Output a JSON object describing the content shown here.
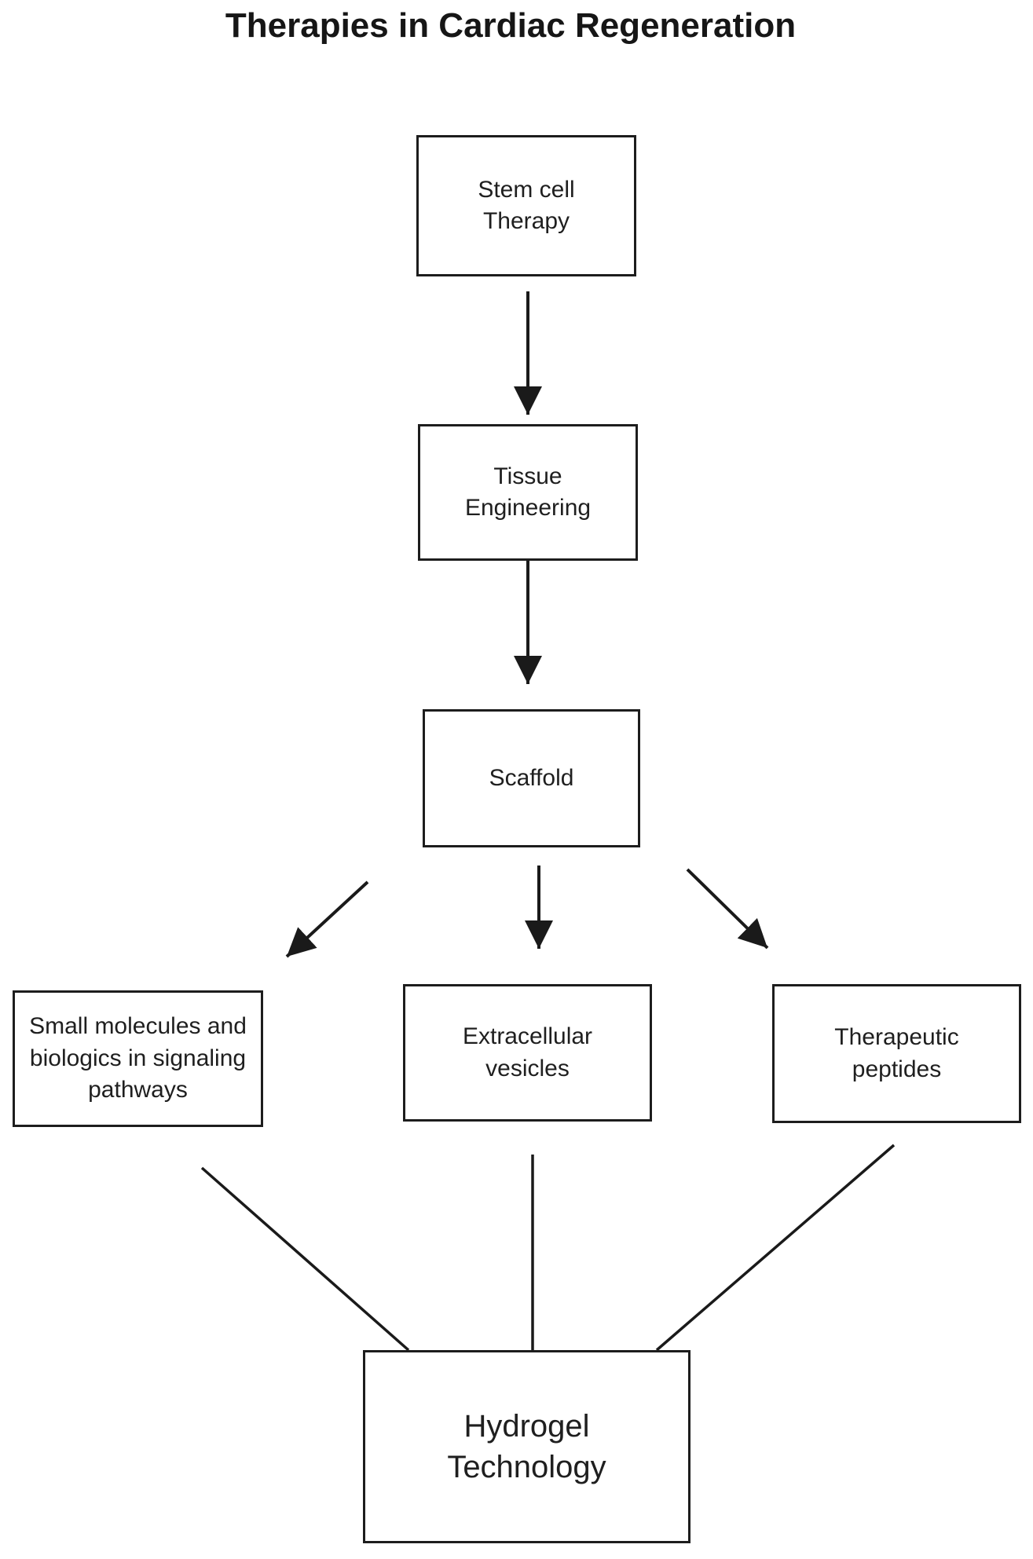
{
  "diagram": {
    "title": "Therapies in Cardiac Regeneration",
    "colors": {
      "background": "#ffffff",
      "stroke": "#1d1d1d",
      "text": "#1f1f1f"
    },
    "nodes": [
      {
        "id": "stem-cell-therapy",
        "label": "Stem cell\nTherapy"
      },
      {
        "id": "tissue-engineering",
        "label": "Tissue\nEngineering"
      },
      {
        "id": "scaffold",
        "label": "Scaffold"
      },
      {
        "id": "small-molecules",
        "label": "Small molecules and\nbiologics in signaling\npathways"
      },
      {
        "id": "extracellular-vesicles",
        "label": "Extracellular\nvesicles"
      },
      {
        "id": "therapeutic-peptides",
        "label": "Therapeutic\npeptides"
      },
      {
        "id": "hydrogel-technology",
        "label": "Hydrogel\nTechnology"
      }
    ],
    "edges": [
      {
        "from": "stem-cell-therapy",
        "to": "tissue-engineering",
        "type": "arrow"
      },
      {
        "from": "tissue-engineering",
        "to": "scaffold",
        "type": "arrow"
      },
      {
        "from": "scaffold",
        "to": "small-molecules",
        "type": "arrow"
      },
      {
        "from": "scaffold",
        "to": "extracellular-vesicles",
        "type": "arrow"
      },
      {
        "from": "scaffold",
        "to": "therapeutic-peptides",
        "type": "arrow"
      },
      {
        "from": "small-molecules",
        "to": "hydrogel-technology",
        "type": "line"
      },
      {
        "from": "extracellular-vesicles",
        "to": "hydrogel-technology",
        "type": "line"
      },
      {
        "from": "therapeutic-peptides",
        "to": "hydrogel-technology",
        "type": "line"
      }
    ]
  }
}
